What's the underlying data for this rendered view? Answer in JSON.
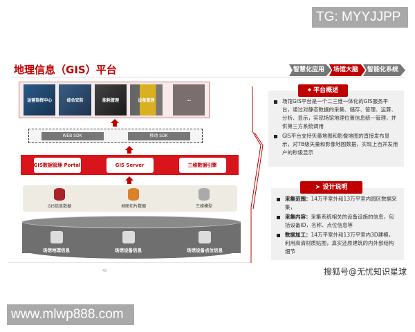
{
  "watermarks": {
    "top": "TG: MYYJJPP",
    "bottom": "www.mlwp888.com",
    "source": "搜狐号@无忧知识星球"
  },
  "title": "地理信息（GIS）平台",
  "breadcrumb": [
    "智慧化应用",
    "场馆大脑",
    "智能化系统"
  ],
  "apps": [
    "运营指挥中心",
    "综合安防",
    "能耗管理",
    "设备管理",
    "..."
  ],
  "sdk": [
    "WEB SDK",
    "移动 SDK"
  ],
  "servers": [
    "GIS数据管理 Portal",
    "GIS Server",
    "三维数据引擎"
  ],
  "data_layers": [
    "GIS信息数据",
    "地图切片数据",
    "三维模型"
  ],
  "sources": [
    "场馆地理信息",
    "场馆设备信息",
    "场馆设备点位信息"
  ],
  "page_number": "40",
  "overview": {
    "title": "平台概述",
    "items": [
      "场馆GIS平台是一个二三维一体化的GIS服务平台，通过对静态数据的采集、储存、管理、运算、分析、显示，实现场馆地理位置信息统一管理，并供第三方系统调用",
      "GIS平台支持矢量地图和影像地图的直接发布显示，对TB级矢量和影像地图数据，实现上百并发用户的秒级显示"
    ]
  },
  "design": {
    "title": "设计说明",
    "items": [
      {
        "label": "采集范围：",
        "text": "14万平室外和13万平室内园区数据采集，"
      },
      {
        "label": "采集内容：",
        "text": "采集系统相关的设备设施的信息，包括设备ID，名称、点位信息等"
      },
      {
        "label": "数据加工：",
        "text": "14万平室外和13万平室内3D建模，利用高清材质贴图，真实还原建筑的内外部结构细节"
      }
    ]
  }
}
